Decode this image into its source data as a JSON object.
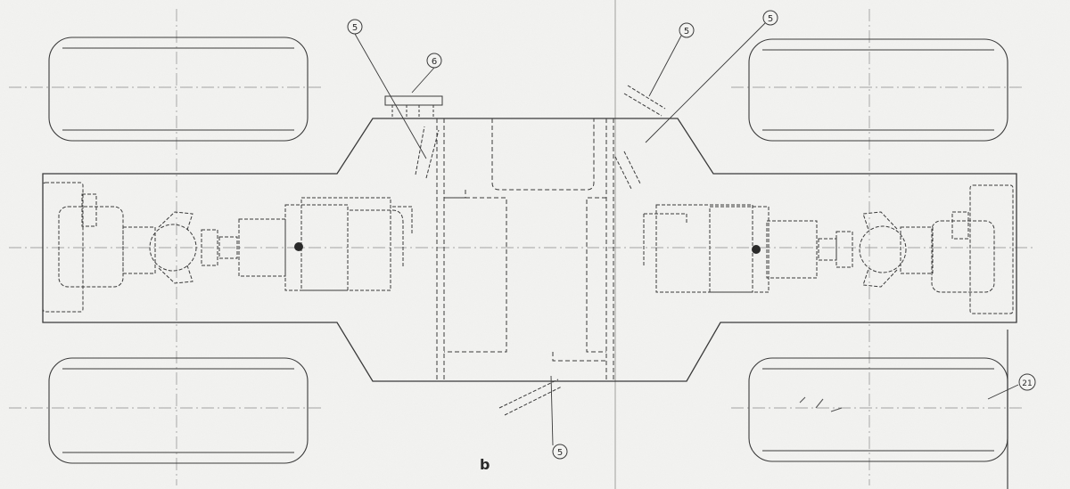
{
  "callouts": [
    {
      "id": "c5a",
      "label": "5"
    },
    {
      "id": "c6",
      "label": "6"
    },
    {
      "id": "c5b",
      "label": "5"
    },
    {
      "id": "c5c",
      "label": "5"
    },
    {
      "id": "c5d",
      "label": "5"
    },
    {
      "id": "c21",
      "label": "21"
    }
  ],
  "stray_mark": "b",
  "colors": {
    "paper": "#f3f3f1",
    "ink": "#3a3a3a",
    "ink_light": "#7d7d7d"
  }
}
